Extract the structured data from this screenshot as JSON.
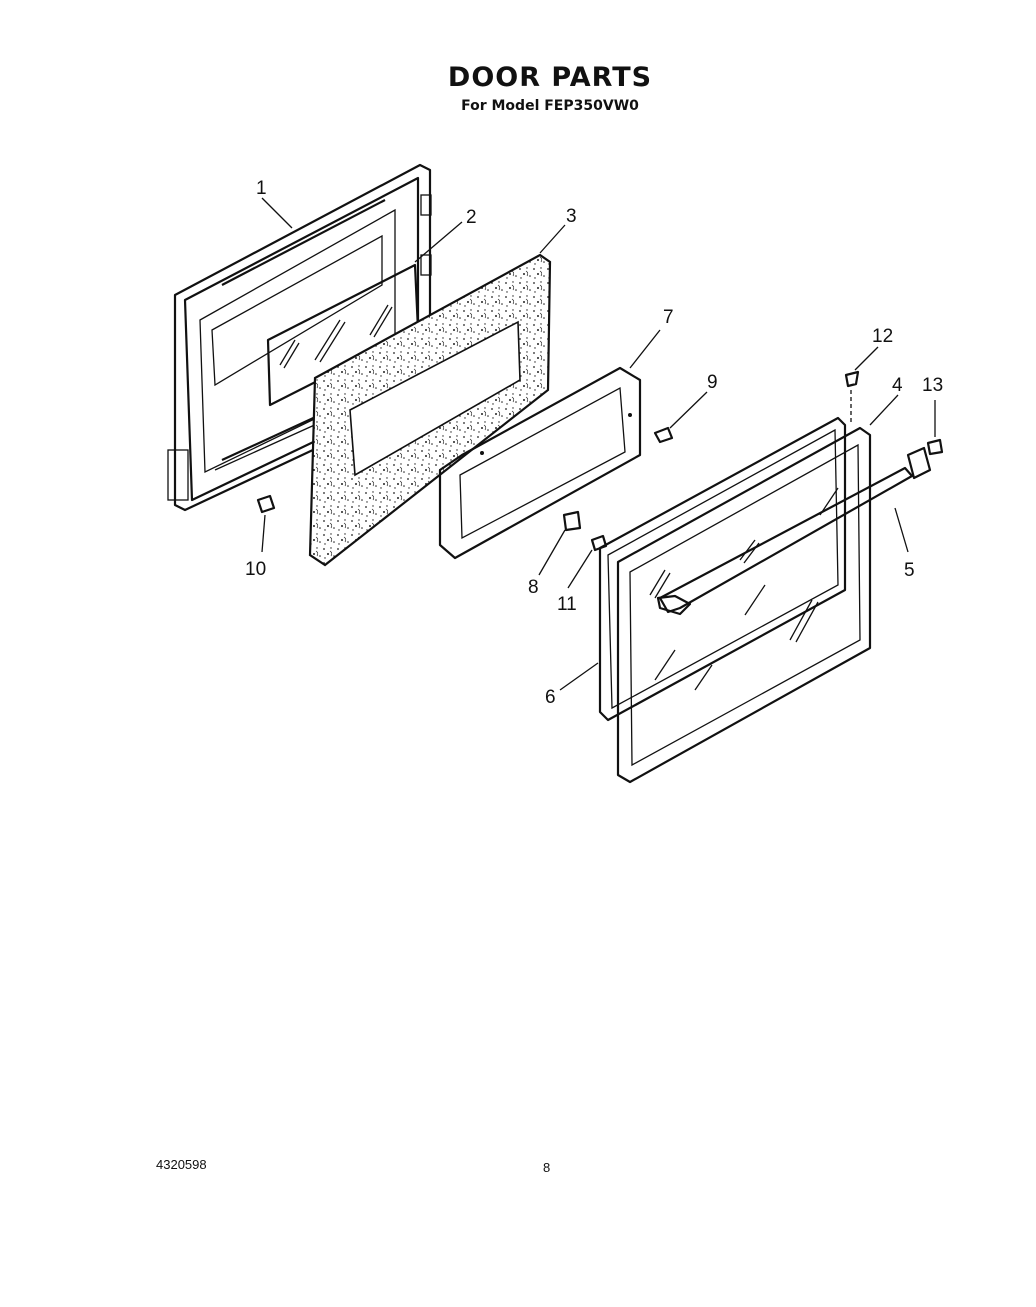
{
  "header": {
    "title": "DOOR PARTS",
    "subtitle": "For Model FEP350VW0"
  },
  "footer": {
    "doc_number": "4320598",
    "page_number": "8"
  },
  "callouts": [
    "1",
    "2",
    "3",
    "4",
    "5",
    "6",
    "7",
    "8",
    "9",
    "10",
    "11",
    "12",
    "13"
  ]
}
